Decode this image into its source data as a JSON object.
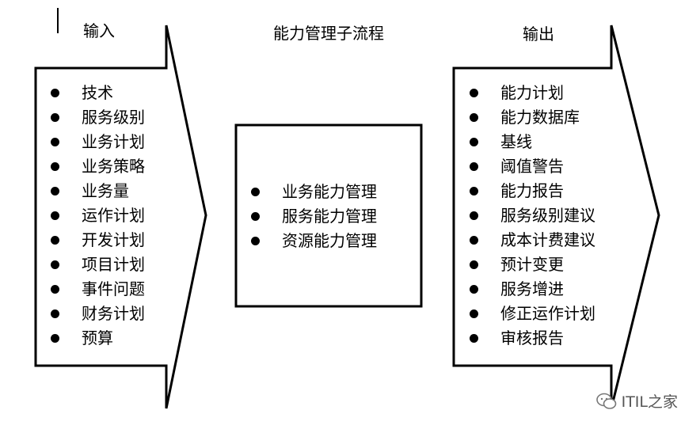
{
  "input": {
    "title": "输入",
    "items": [
      "技术",
      "服务级别",
      "业务计划",
      "业务策略",
      "业务量",
      "运作计划",
      "开发计划",
      "项目计划",
      "事件问题",
      "财务计划",
      "预算"
    ]
  },
  "process": {
    "title": "能力管理子流程",
    "items": [
      "业务能力管理",
      "服务能力管理",
      "资源能力管理"
    ]
  },
  "output": {
    "title": "输出",
    "items": [
      "能力计划",
      "能力数据库",
      "基线",
      "阈值警告",
      "能力报告",
      "服务级别建议",
      "成本计费建议",
      "预计变更",
      "服务增进",
      "修正运作计划",
      "审核报告"
    ]
  },
  "watermark": {
    "text": "ITIL之家"
  }
}
